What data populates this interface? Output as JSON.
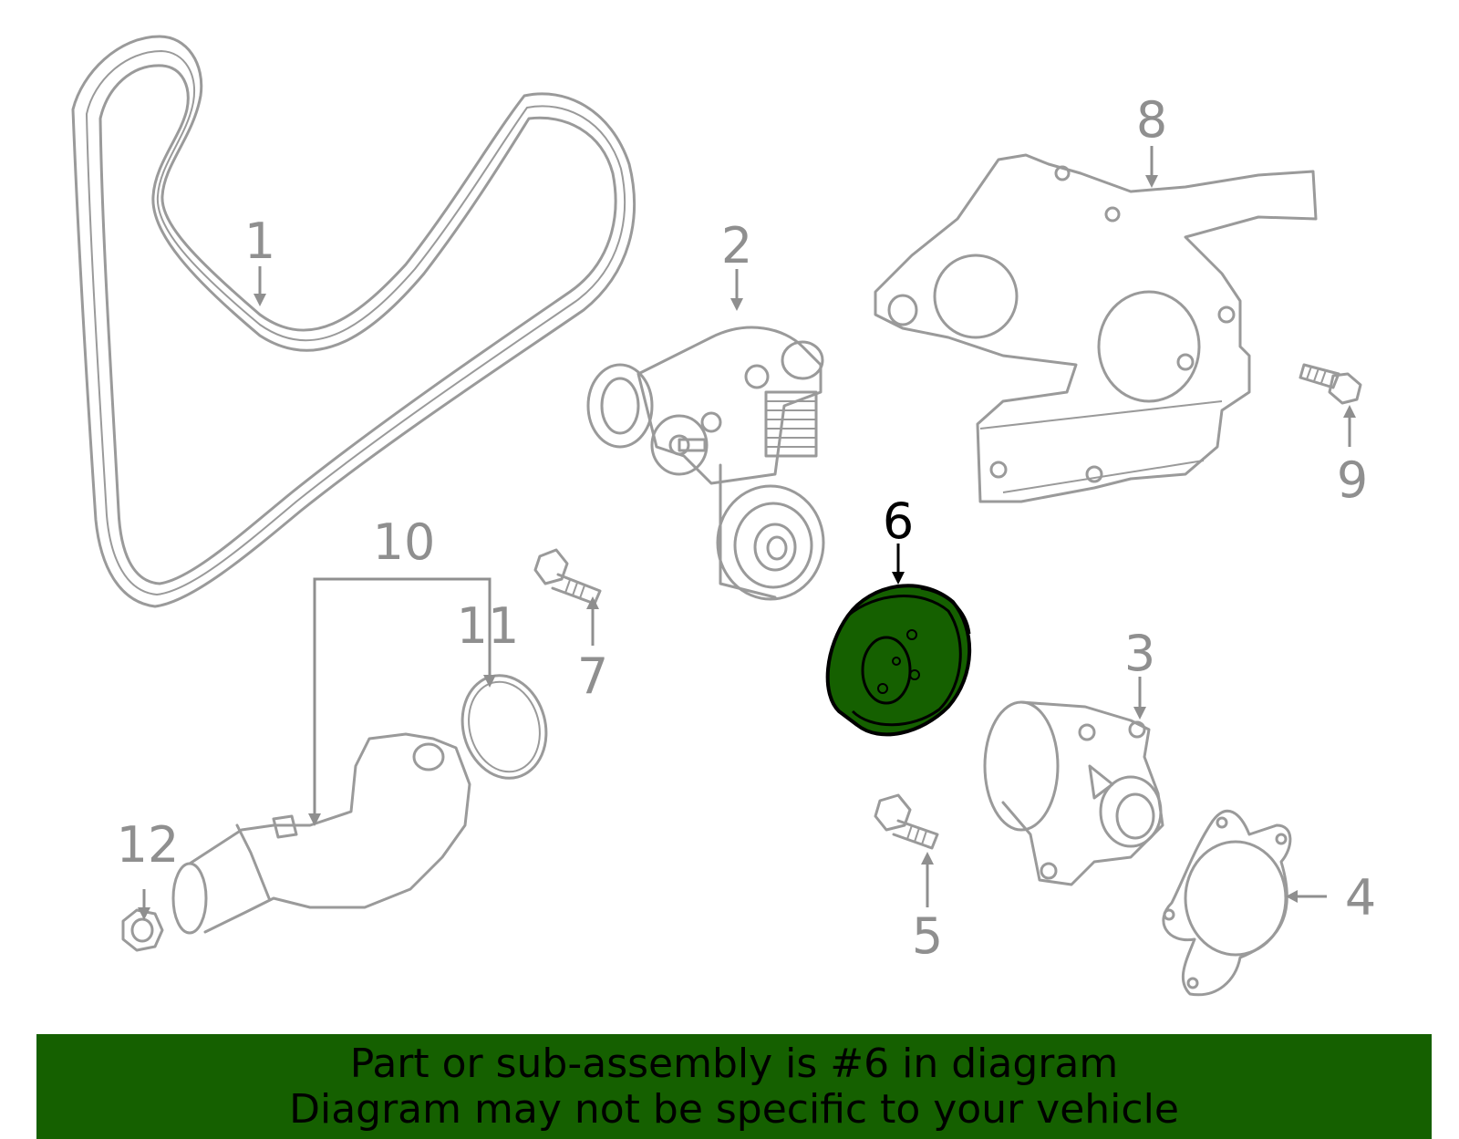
{
  "callouts": {
    "n1": "1",
    "n2": "2",
    "n3": "3",
    "n4": "4",
    "n5": "5",
    "n6": "6",
    "n7": "7",
    "n8": "8",
    "n9": "9",
    "n10": "10",
    "n11": "11",
    "n12": "12"
  },
  "highlight": {
    "part_number": "6",
    "fill_color": "#156000",
    "stroke_color": "#000000"
  },
  "colors": {
    "line_art": "#9a9a9a",
    "callout_text": "#8f8f8f",
    "banner_bg": "#156000"
  },
  "banner": {
    "line1": "Part or sub-assembly is #6 in diagram",
    "line2": "Diagram may not be specific to your vehicle"
  }
}
